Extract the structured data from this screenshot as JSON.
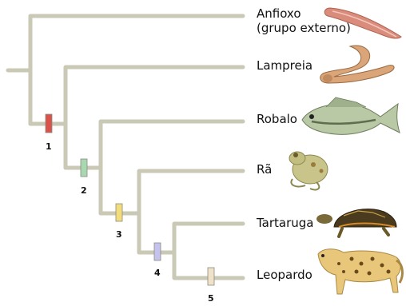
{
  "colors": {
    "branch": "#c8c8b4",
    "text": "#111111",
    "marker_1": "#d9534a",
    "marker_2": "#a8d8b0",
    "marker_3": "#f3dc7a",
    "marker_4": "#c5c2ee",
    "marker_5": "#efe2c8"
  },
  "taxa": [
    {
      "line1": "Anfioxo",
      "line2": "(grupo externo)",
      "icon": "lancelet-illustration"
    },
    {
      "line1": "Lampreia",
      "icon": "lamprey-illustration"
    },
    {
      "line1": "Robalo",
      "icon": "bass-fish-illustration"
    },
    {
      "line1": "Rã",
      "icon": "frog-illustration"
    },
    {
      "line1": "Tartaruga",
      "icon": "turtle-illustration"
    },
    {
      "line1": "Leopardo",
      "icon": "leopard-illustration"
    }
  ],
  "markers": [
    {
      "label": "1",
      "color": "#d9534a"
    },
    {
      "label": "2",
      "color": "#a8d8b0"
    },
    {
      "label": "3",
      "color": "#f3dc7a"
    },
    {
      "label": "4",
      "color": "#c5c2ee"
    },
    {
      "label": "5",
      "color": "#efe2c8"
    }
  ]
}
